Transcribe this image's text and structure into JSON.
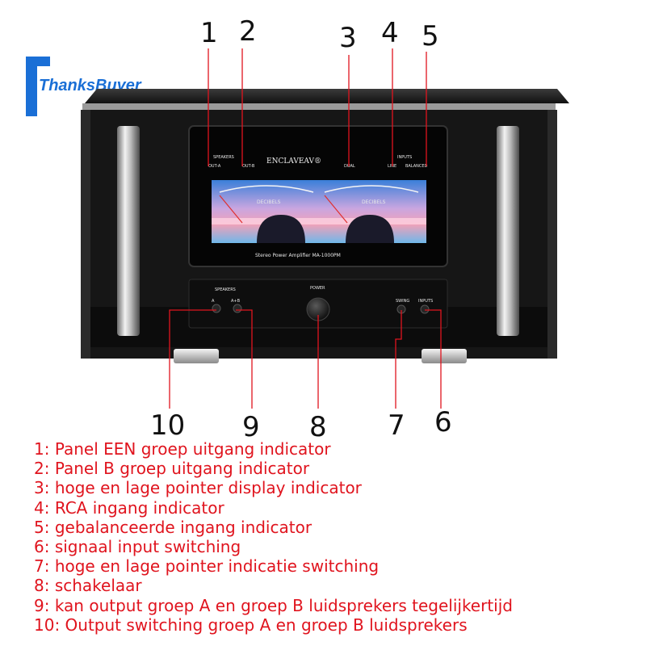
{
  "brand": "ThanksBuyer",
  "device": {
    "meter_brand": "ENCLAVEAV®",
    "model_line": "Stereo Power Amplifier  MA-1000PM",
    "speakers_label": "SPEAKERS",
    "inputs_label": "INPUTS",
    "out_a": "OUT-A",
    "out_b": "OUT-B",
    "dual": "DUAL",
    "line": "LINE",
    "balanced": "BALANCED",
    "decibels": "DECIBELS",
    "power": "POWER",
    "btn_a": "A",
    "btn_ab": "A+B",
    "btn_swing": "SWING",
    "btn_inputs": "INPUTS"
  },
  "callouts": {
    "n1": "1",
    "n2": "2",
    "n3": "3",
    "n4": "4",
    "n5": "5",
    "n6": "6",
    "n7": "7",
    "n8": "8",
    "n9": "9",
    "n10": "10"
  },
  "legend": [
    "1: Panel EEN groep uitgang indicator",
    "2: Panel B groep uitgang indicator",
    "3: hoge en lage pointer display indicator",
    "4: RCA ingang indicator",
    "5: gebalanceerde ingang indicator",
    "6: signaal input switching",
    "7: hoge en lage pointer indicatie switching",
    "8: schakelaar",
    "9: kan output groep A en groep B luidsprekers tegelijkertijd",
    "10: Output switching groep A en groep B luidsprekers"
  ],
  "colors": {
    "legend_text": "#e0141e",
    "leader_line": "#e0141e",
    "brand": "#1a6fd6",
    "chassis": "#161616"
  }
}
